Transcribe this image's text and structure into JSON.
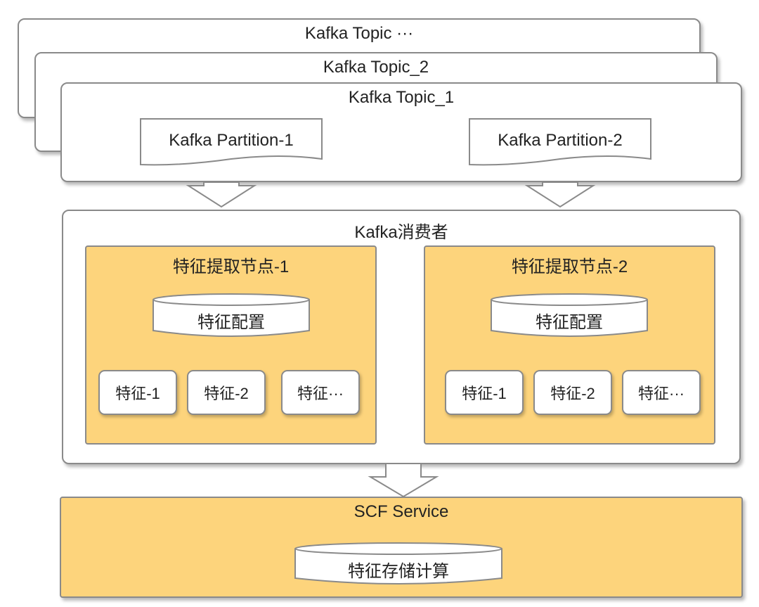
{
  "topics": [
    {
      "title": "Kafka Topic ···"
    },
    {
      "title": "Kafka Topic_2"
    },
    {
      "title": "Kafka Topic_1"
    }
  ],
  "partitions": [
    {
      "label": "Kafka Partition-1"
    },
    {
      "label": "Kafka Partition-2"
    }
  ],
  "consumer": {
    "title": "Kafka消费者",
    "nodes": [
      {
        "title": "特征提取节点-1",
        "config": "特征配置",
        "features": [
          "特征-1",
          "特征-2",
          "特征···"
        ]
      },
      {
        "title": "特征提取节点-2",
        "config": "特征配置",
        "features": [
          "特征-1",
          "特征-2",
          "特征···"
        ]
      }
    ]
  },
  "service": {
    "title": "SCF Service",
    "storage": "特征存储计算"
  },
  "colors": {
    "node_fill": "#fdd47c",
    "border": "#8a8a8a"
  }
}
